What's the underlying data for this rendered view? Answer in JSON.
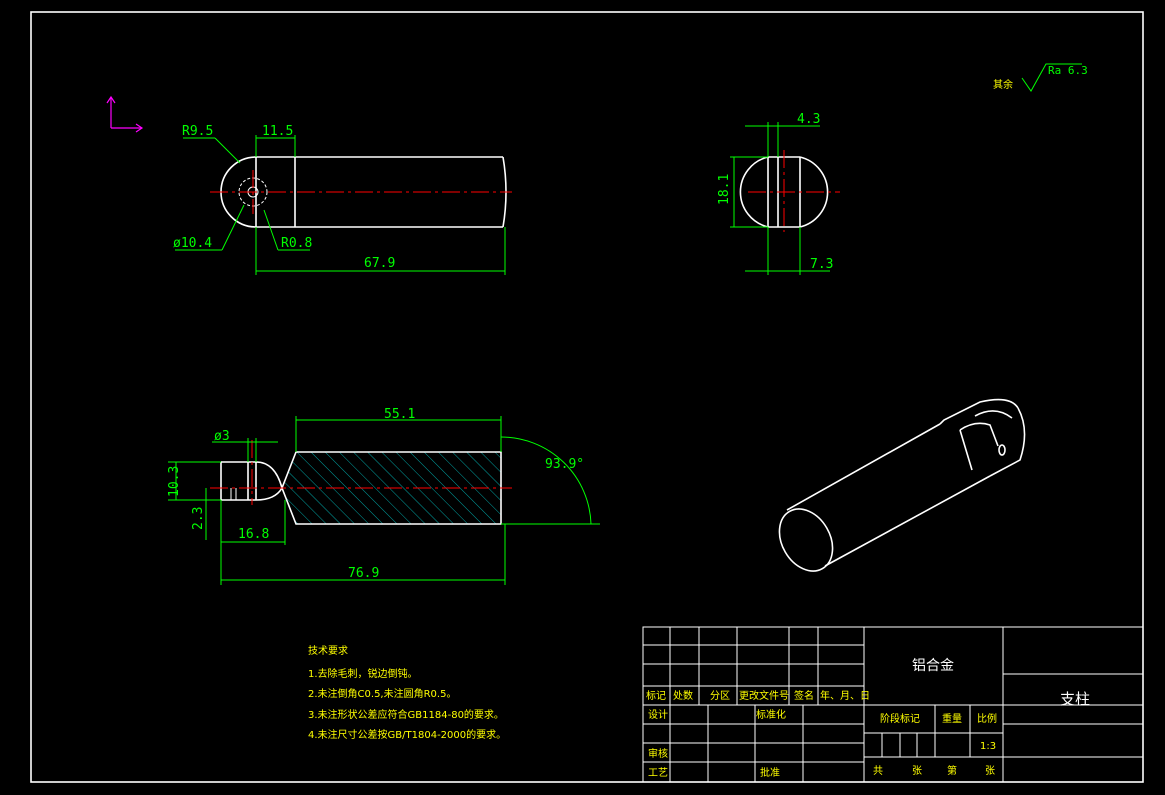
{
  "dimensions": {
    "r9_5": "R9.5",
    "d11_5": "11.5",
    "dia10_4": "ø10.4",
    "r0_8": "R0.8",
    "d67_9": "67.9",
    "d4_3": "4.3",
    "d18_1": "18.1",
    "d7_3": "7.3",
    "d55_1": "55.1",
    "dia3": "ø3",
    "angle": "93.9°",
    "d10_3": "10.3",
    "d2_3": "2.3",
    "d16_8": "16.8",
    "d76_9": "76.9"
  },
  "roughness": {
    "label": "其余",
    "value": "Ra 6.3"
  },
  "notes": {
    "title": "技术要求",
    "items": [
      "1.去除毛刺，锐边倒钝。",
      "2.未注倒角C0.5,未注圆角R0.5。",
      "3.未注形状公差应符合GB1184-80的要求。",
      "4.未注尺寸公差按GB/T1804-2000的要求。"
    ]
  },
  "title_block": {
    "material": "铝合金",
    "part_name": "支柱",
    "headers": [
      "标记",
      "处数",
      "分区",
      "更改文件号",
      "签名",
      "年、月、日"
    ],
    "design": "设计",
    "standardization": "标准化",
    "stage_mark": "阶段标记",
    "weight": "重量",
    "scale": "比例",
    "scale_value": "1:3",
    "review": "审核",
    "process": "工艺",
    "approve": "批准",
    "total": "共",
    "sheets": "张",
    "page": "第",
    "sheets2": "张"
  }
}
